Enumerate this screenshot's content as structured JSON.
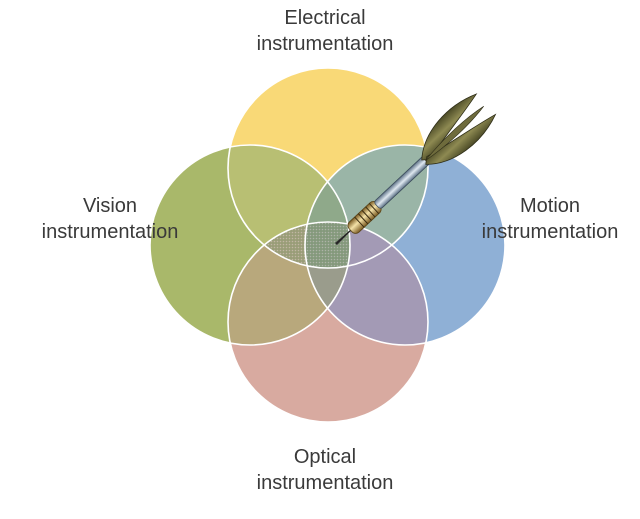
{
  "diagram": {
    "circles": [
      {
        "id": "electrical",
        "line1": "Electrical",
        "line2": "instrumentation",
        "color": "#f9d977"
      },
      {
        "id": "vision",
        "line1": "Vision",
        "line2": "instrumentation",
        "color": "#a9b86a"
      },
      {
        "id": "motion",
        "line1": "Motion",
        "line2": "instrumentation",
        "color": "#8fb0d6"
      },
      {
        "id": "optical",
        "line1": "Optical",
        "line2": "instrumentation",
        "color": "#d8aaa0"
      }
    ],
    "dart_icon": "dart-icon"
  }
}
